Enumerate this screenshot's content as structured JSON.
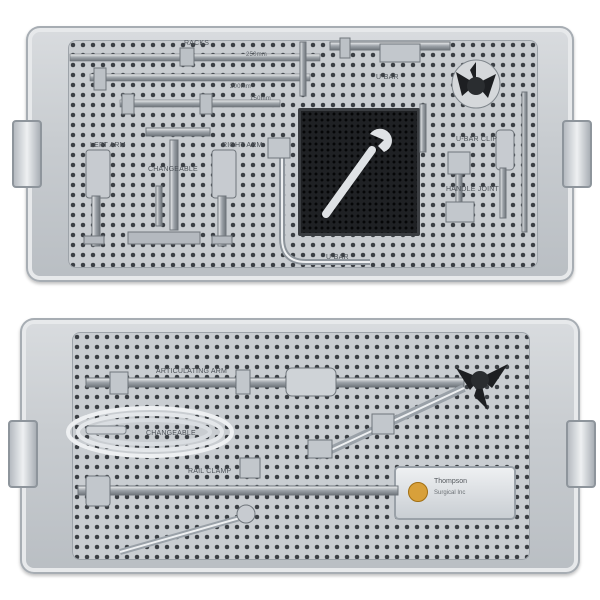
{
  "image": {
    "description_tags": [
      "surgical-instrument-tray",
      "retractor-set",
      "sterilization-container"
    ]
  },
  "top_tray": {
    "labels": {
      "racks": "RACKS",
      "rack_250": "250mm",
      "rack_200": "200mm",
      "rack_150": "150mm",
      "u_bar": "U-BAR",
      "left_arm": "LEFT ARM",
      "right_arm": "RIGHT ARM",
      "changeable": "CHANGEABLE",
      "u_bar_clip": "U-BAR CLIP",
      "handle_joint": "HANDLE JOINT",
      "u_bar_bottom": "U-BAR"
    }
  },
  "bottom_tray": {
    "labels": {
      "articulating_arm": "ARTICULATING ARM",
      "changeable": "CHANGEABLE",
      "rail_clamp": "RAIL CLAMP"
    },
    "device": {
      "brand": "Thompson",
      "sub": "Surgical Inc"
    }
  },
  "colors": {
    "tray_metal": "#c8ccd0",
    "mat": "#1f2124",
    "knob": "#1d1f22",
    "logo_gold": "#d8a03a"
  }
}
